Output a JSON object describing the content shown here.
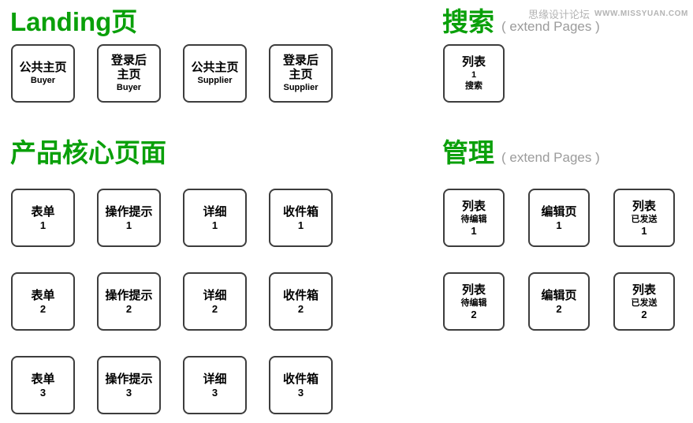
{
  "colors": {
    "heading_green": "#0aa00a",
    "subtitle_gray": "#9b9b9b",
    "watermark_gray": "#b4b4b4",
    "box_border": "#3d3d3d",
    "box_text": "#000000"
  },
  "watermark": {
    "brand": "思缘设计论坛",
    "url": "www.missyuan.com"
  },
  "landing": {
    "title": "Landing页",
    "boxes": [
      {
        "l1": "公共主页",
        "l2": "Buyer"
      },
      {
        "l1": "登录后",
        "l2": "主页",
        "l3": "Buyer"
      },
      {
        "l1": "公共主页",
        "l2": "Supplier"
      },
      {
        "l1": "登录后",
        "l2": "主页",
        "l3": "Supplier"
      }
    ]
  },
  "search": {
    "title": "搜索",
    "subtitle": "( extend Pages )",
    "box": {
      "l1": "列表",
      "l2": "1",
      "l3": "搜索"
    }
  },
  "core": {
    "title": "产品核心页面",
    "boxes": [
      {
        "l1": "表单",
        "l2": "1"
      },
      {
        "l1": "操作提示",
        "l2": "1"
      },
      {
        "l1": "详细",
        "l2": "1"
      },
      {
        "l1": "收件箱",
        "l2": "1"
      },
      {
        "l1": "表单",
        "l2": "2"
      },
      {
        "l1": "操作提示",
        "l2": "2"
      },
      {
        "l1": "详细",
        "l2": "2"
      },
      {
        "l1": "收件箱",
        "l2": "2"
      },
      {
        "l1": "表单",
        "l2": "3"
      },
      {
        "l1": "操作提示",
        "l2": "3"
      },
      {
        "l1": "详细",
        "l2": "3"
      },
      {
        "l1": "收件箱",
        "l2": "3"
      }
    ]
  },
  "manage": {
    "title": "管理",
    "subtitle": "( extend Pages )",
    "boxes": [
      {
        "l1": "列表",
        "l2": "待编辑",
        "l3": "1"
      },
      {
        "l1": "编辑页",
        "l2": "1"
      },
      {
        "l1": "列表",
        "l2": "已发送",
        "l3": "1"
      },
      {
        "l1": "列表",
        "l2": "待编辑",
        "l3": "2"
      },
      {
        "l1": "编辑页",
        "l2": "2"
      },
      {
        "l1": "列表",
        "l2": "已发送",
        "l3": "2"
      }
    ]
  }
}
